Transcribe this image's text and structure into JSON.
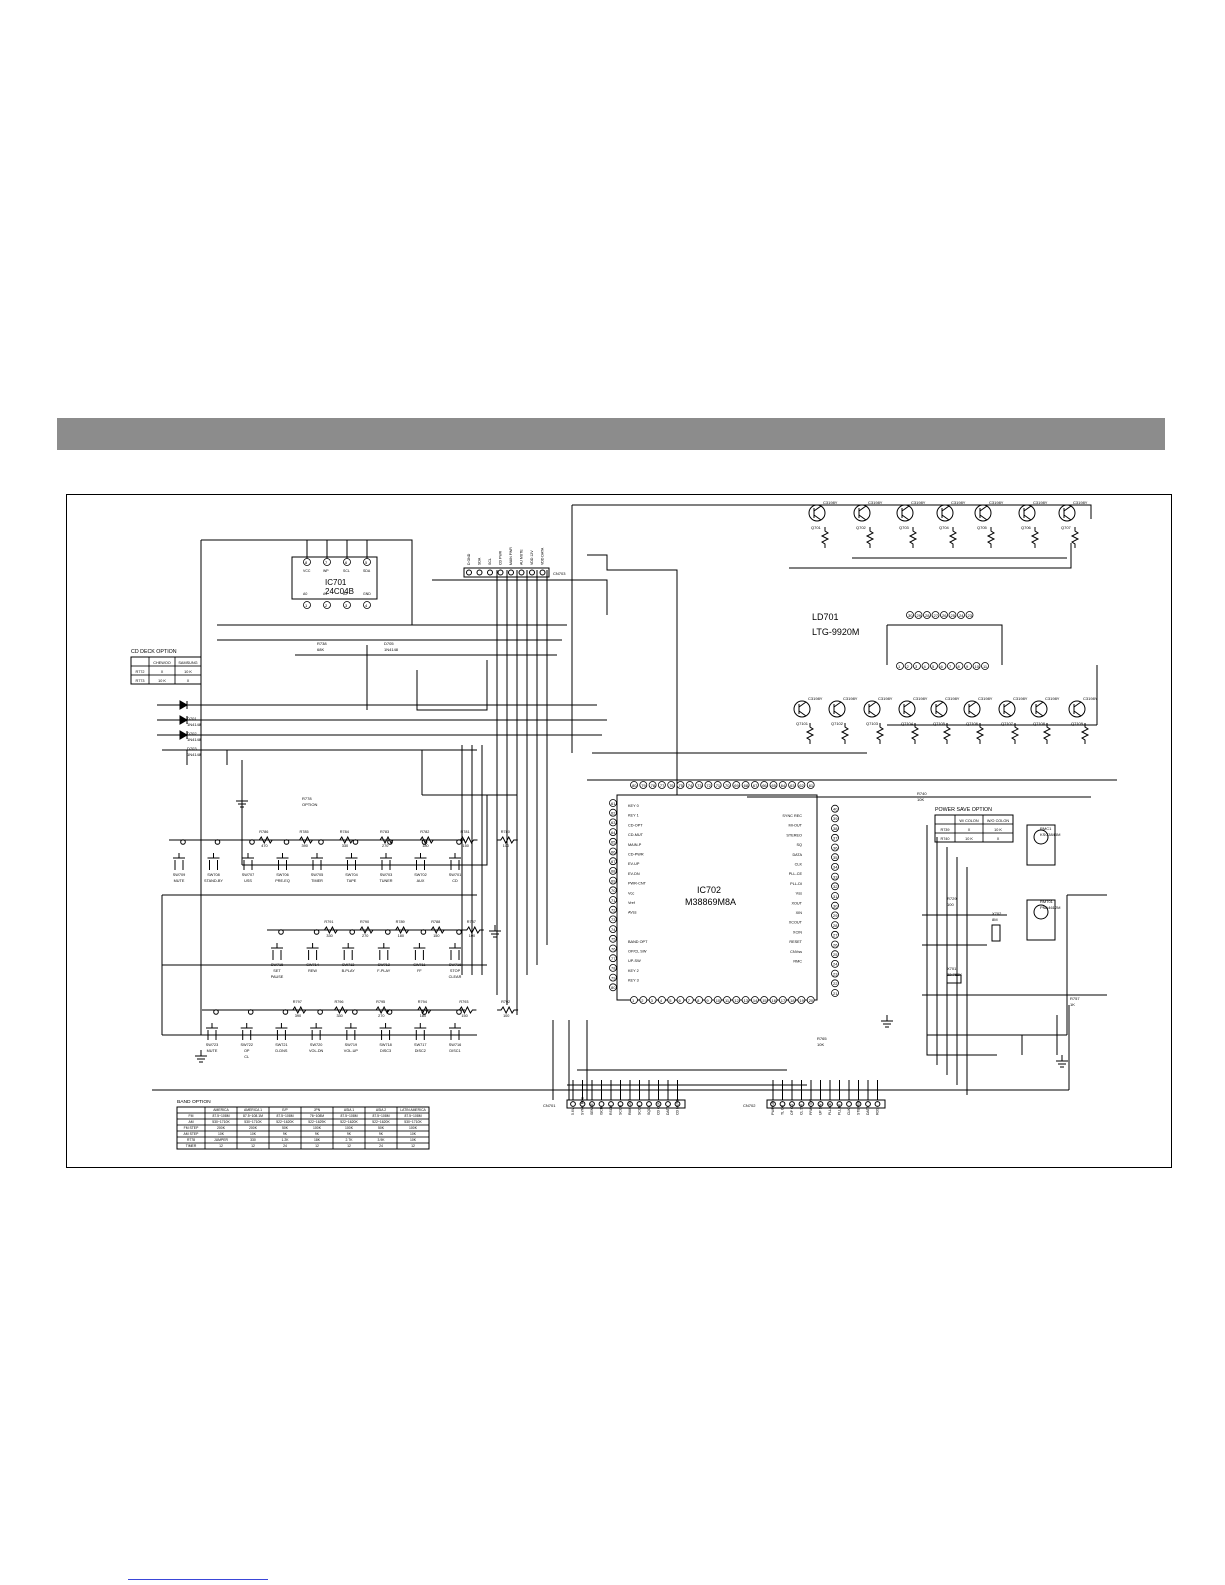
{
  "colors": {
    "header_band": "#8c8c8c",
    "ink": "#000000",
    "page": "#ffffff",
    "footer_rule": "#3a46d8"
  },
  "ic701": {
    "ref": "IC701",
    "part": "24C04B",
    "pins_top": [
      "VCC",
      "WP",
      "SCL",
      "SDA"
    ],
    "pins_bottom": [
      "A0",
      "A1",
      "A2",
      "GND"
    ]
  },
  "ic702": {
    "ref": "IC702",
    "part": "M38869M8A"
  },
  "ld701": {
    "ref": "LD701",
    "part": "LTG-9920M"
  },
  "cn703": {
    "ref": "CN703",
    "pins": [
      "D GND",
      "SDA",
      "SCL",
      "CD PWR",
      "MAIN PWR",
      "AU MUTE",
      "VDD 12V",
      "VDD DATA"
    ]
  },
  "cn701": {
    "ref": "CN701",
    "pins": [
      "5.6V",
      "SYNC REC",
      "SENSE",
      "ISCH",
      "RSCH",
      "SCOR",
      "RMK OUT",
      "SCOR",
      "SQCK",
      "CD CLK",
      "DATA",
      "CD MUTE"
    ]
  },
  "cn702": {
    "ref": "CN702",
    "pins": [
      "PWM UP",
      "TL CO",
      "OP CO",
      "CL SW",
      "PRAY SW",
      "UP SW",
      "PLL-CE",
      "PLL-DI",
      "CLK",
      "STEREO",
      "DATA",
      "RDS"
    ]
  },
  "cd_deck_option": {
    "title": "CD DECK OPTION",
    "headers": [
      "",
      "CHEWOO",
      "SAMSUNG"
    ],
    "rows": [
      [
        "R772",
        "X",
        "10 K"
      ],
      [
        "R773",
        "10 K",
        "X"
      ]
    ]
  },
  "power_save_option": {
    "title": "POWER SAVE OPTION",
    "headers": [
      "",
      "W/ COLON",
      "W/O COLON"
    ],
    "rows": [
      [
        "R739",
        "X",
        "10 K"
      ],
      [
        "R740",
        "10 K",
        "X"
      ]
    ]
  },
  "band_option": {
    "title": "BAND OPTION",
    "headers": [
      "",
      "AMERICA",
      "AMERICA 1",
      "E/P",
      "JPN",
      "ASIA 1",
      "ASIA 2",
      "LATIN AMERICA"
    ],
    "rows": [
      [
        "FM",
        "87.5~108M",
        "87.5~108.1M",
        "87.5~108M",
        "76~108M",
        "87.5~108M",
        "87.5~108M",
        "87.5~108M"
      ],
      [
        "AM",
        "530~1710K",
        "530~1710K",
        "522~1620K",
        "522~1629K",
        "522~1620K",
        "522~1620K",
        "530~1710K"
      ],
      [
        "FM STEP",
        "200K",
        "200K",
        "50K",
        "100K",
        "100K",
        "50K",
        "100K"
      ],
      [
        "AM STEP",
        "10K",
        "10K",
        "9K",
        "9K",
        "9K",
        "9K",
        "10K"
      ],
      [
        "R778",
        "JUMPER",
        "330",
        "1.2K",
        "18K",
        "2.7K",
        "3.9K",
        "10K"
      ],
      [
        "TIMER",
        "12",
        "12",
        "24",
        "12",
        "12",
        "24",
        "12"
      ]
    ]
  },
  "sw_row1": {
    "buttons": [
      "SW709|MUTE",
      "SW708|STAND-BY",
      "SW707|USS",
      "SW706|PRE-EQ",
      "SW705|TIMER",
      "SW704|TAPE",
      "SW703|TUNER",
      "SW702|AUX",
      "SW701|CD"
    ],
    "resistors": [
      "R786|470",
      "R785|390",
      "R784|330",
      "R783|270",
      "R782|180",
      "R781|150",
      "R780|100"
    ]
  },
  "sw_row2": {
    "buttons": [
      "SW715|SET/PAUSE",
      "SW714|REW",
      "SW713|B-PLAY",
      "SW712|F-PLAY",
      "SW711|FF",
      "SW716|STOP/CLEAR"
    ],
    "resistors": [
      "R791|330",
      "R790|270",
      "R789|180",
      "R788|150",
      "R787|100"
    ]
  },
  "sw_row3": {
    "buttons": [
      "SW723|MUTE",
      "SW722|OP/CL",
      "SW721|D-DNS",
      "SW720|VOL-DN",
      "SW719|VOL-UP",
      "SW718|DISC3",
      "SW717|DISC2",
      "SW716|DISC1"
    ],
    "resistors": [
      "R797|390",
      "R796|330",
      "R795|270",
      "R794|180",
      "R793|150",
      "R792|100"
    ]
  },
  "misc_labels": [
    "D701|1N4148",
    "D702|1N4148",
    "D703|1N4148",
    "D705|1N4148",
    "R738|68K",
    "R778|OPTION",
    "RMC1|KSC3845M",
    "RM701|PNA4612M",
    "R729|100",
    "X701|32.768K",
    "X702|8M",
    "R740|10K",
    "R765|10K",
    "R757|1K"
  ]
}
